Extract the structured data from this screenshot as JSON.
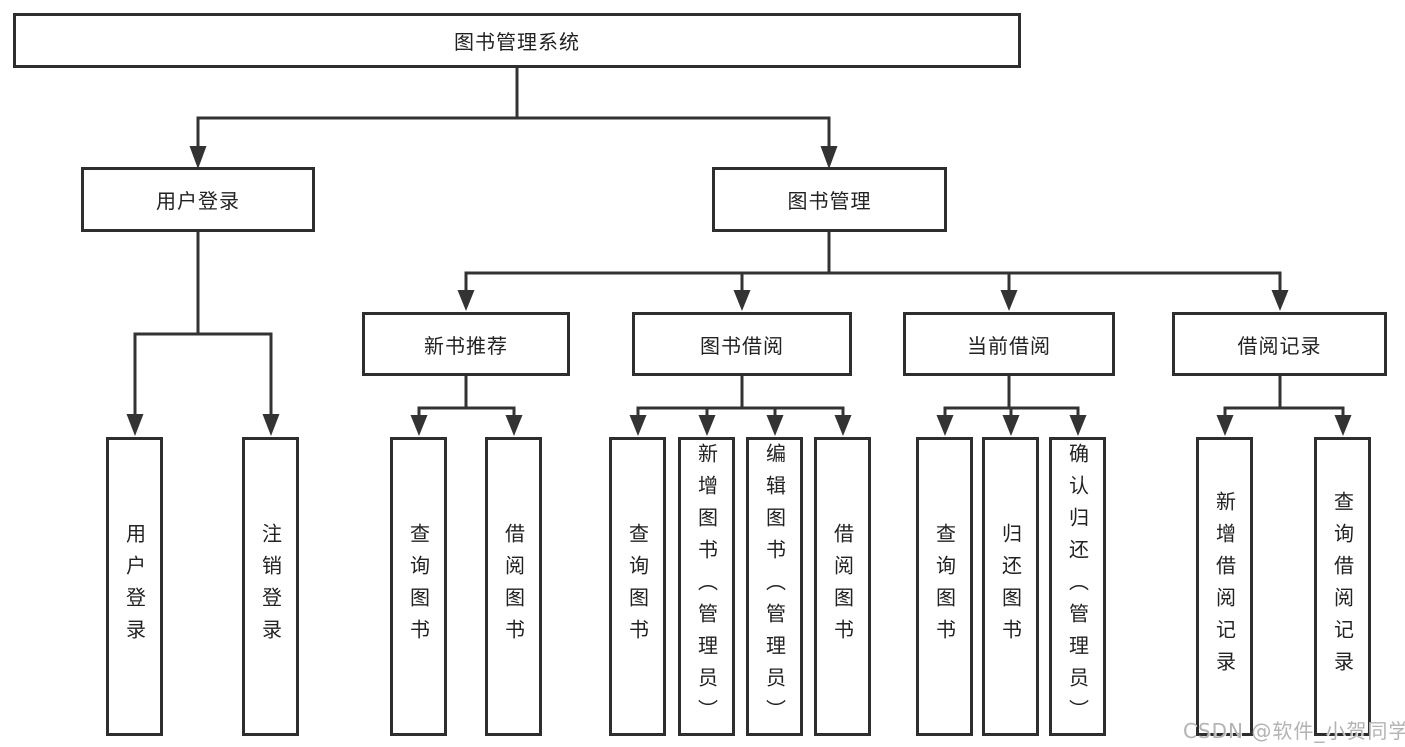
{
  "tree": {
    "root": "图书管理系统",
    "branches": [
      {
        "label": "用户登录",
        "children": [
          "用户登录",
          "注销登录"
        ]
      },
      {
        "label": "图书管理",
        "groups": [
          {
            "label": "新书推荐",
            "children": [
              "查询图书",
              "借阅图书"
            ]
          },
          {
            "label": "图书借阅",
            "children": [
              "查询图书",
              "新增图书（管理员）",
              "编辑图书（管理员）",
              "借阅图书"
            ]
          },
          {
            "label": "当前借阅",
            "children": [
              "查询图书",
              "归还图书",
              "确认归还（管理员）"
            ]
          },
          {
            "label": "借阅记录",
            "children": [
              "新增借阅记录",
              "查询借阅记录"
            ]
          }
        ]
      }
    ]
  },
  "watermark": "CSDN @软件_小贺同学",
  "colors": {
    "line": "#333333",
    "node_border": "#2e2e2e",
    "text": "#222222",
    "watermark": "#b3b3b3",
    "background": "#ffffff"
  }
}
